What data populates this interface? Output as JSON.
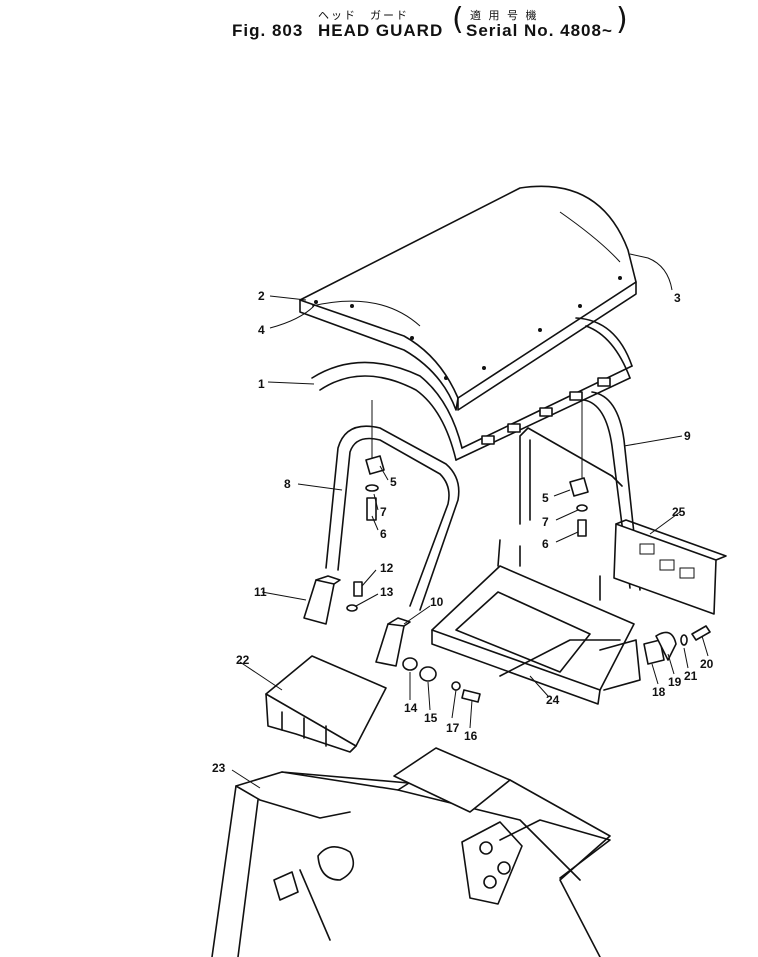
{
  "header": {
    "jp_title": "ヘッド　ガード",
    "jp_applicable": "適 用 号 機",
    "fig_label": "Fig. 803",
    "title": "HEAD GUARD",
    "serial": "Serial No. 4808~"
  },
  "callouts": [
    "1",
    "2",
    "3",
    "4",
    "5",
    "6",
    "7",
    "8",
    "9",
    "10",
    "11",
    "12",
    "13",
    "5",
    "7",
    "6",
    "14",
    "15",
    "16",
    "17",
    "18",
    "19",
    "20",
    "21",
    "22",
    "23",
    "24",
    "25"
  ]
}
